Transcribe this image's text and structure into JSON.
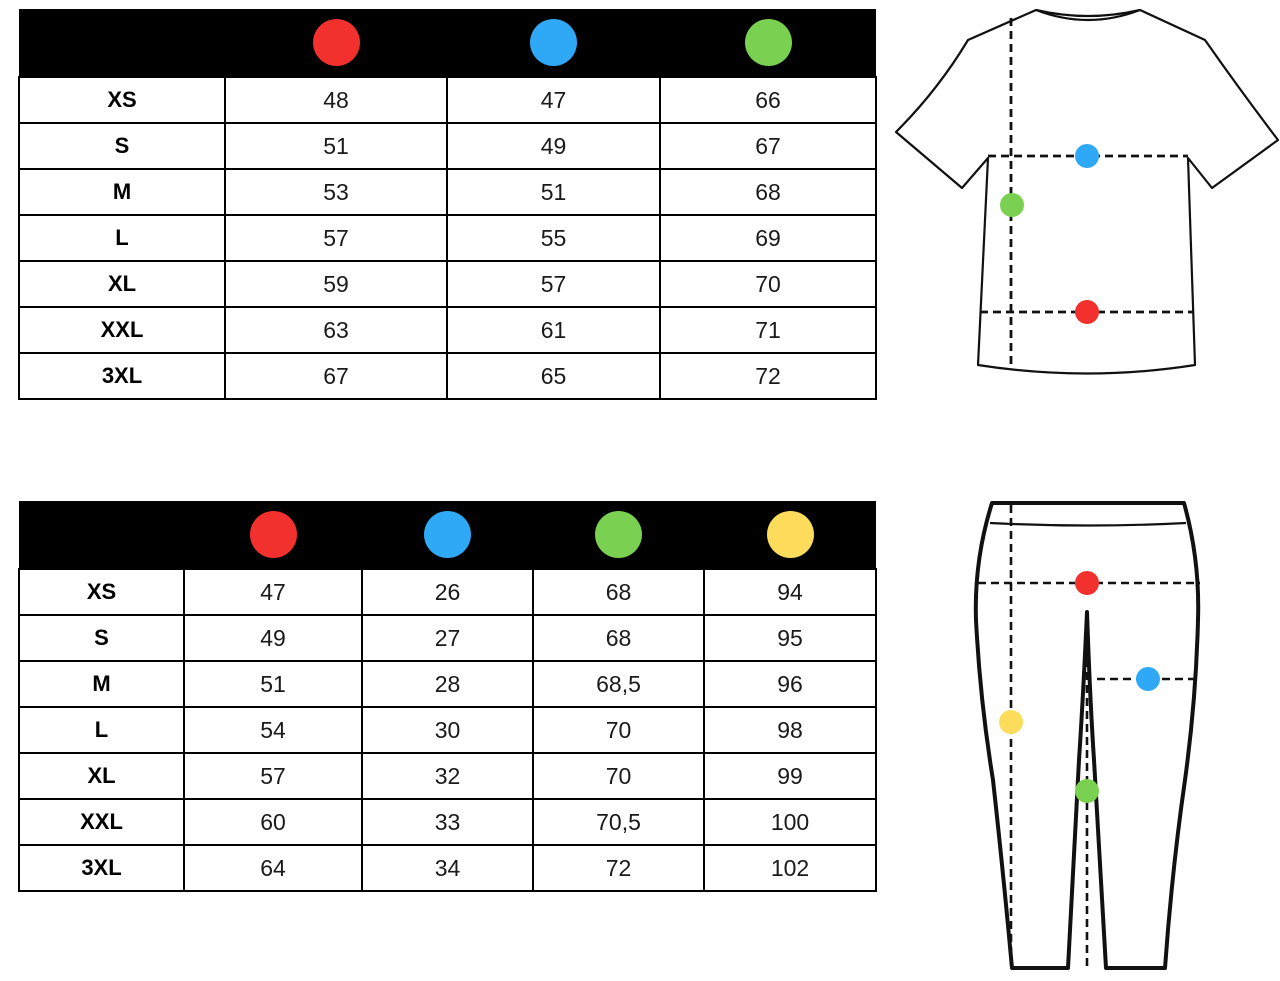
{
  "colors": {
    "red": "#f2302d",
    "blue": "#2fa8f5",
    "green": "#7ad151",
    "yellow": "#fcdc5a"
  },
  "tshirt_table": {
    "markers": [
      "red",
      "blue",
      "green"
    ],
    "rows": [
      {
        "size": "XS",
        "values": [
          "48",
          "47",
          "66"
        ]
      },
      {
        "size": "S",
        "values": [
          "51",
          "49",
          "67"
        ]
      },
      {
        "size": "M",
        "values": [
          "53",
          "51",
          "68"
        ]
      },
      {
        "size": "L",
        "values": [
          "57",
          "55",
          "69"
        ]
      },
      {
        "size": "XL",
        "values": [
          "59",
          "57",
          "70"
        ]
      },
      {
        "size": "XXL",
        "values": [
          "63",
          "61",
          "71"
        ]
      },
      {
        "size": "3XL",
        "values": [
          "67",
          "65",
          "72"
        ]
      }
    ]
  },
  "pants_table": {
    "markers": [
      "red",
      "blue",
      "green",
      "yellow"
    ],
    "rows": [
      {
        "size": "XS",
        "values": [
          "47",
          "26",
          "68",
          "94"
        ]
      },
      {
        "size": "S",
        "values": [
          "49",
          "27",
          "68",
          "95"
        ]
      },
      {
        "size": "M",
        "values": [
          "51",
          "28",
          "68,5",
          "96"
        ]
      },
      {
        "size": "L",
        "values": [
          "54",
          "30",
          "70",
          "98"
        ]
      },
      {
        "size": "XL",
        "values": [
          "57",
          "32",
          "70",
          "99"
        ]
      },
      {
        "size": "XXL",
        "values": [
          "60",
          "33",
          "70,5",
          "100"
        ]
      },
      {
        "size": "3XL",
        "values": [
          "64",
          "34",
          "72",
          "102"
        ]
      }
    ]
  },
  "tshirt_figure": {
    "icon": "tshirt-icon"
  },
  "pants_figure": {
    "icon": "pants-icon"
  }
}
